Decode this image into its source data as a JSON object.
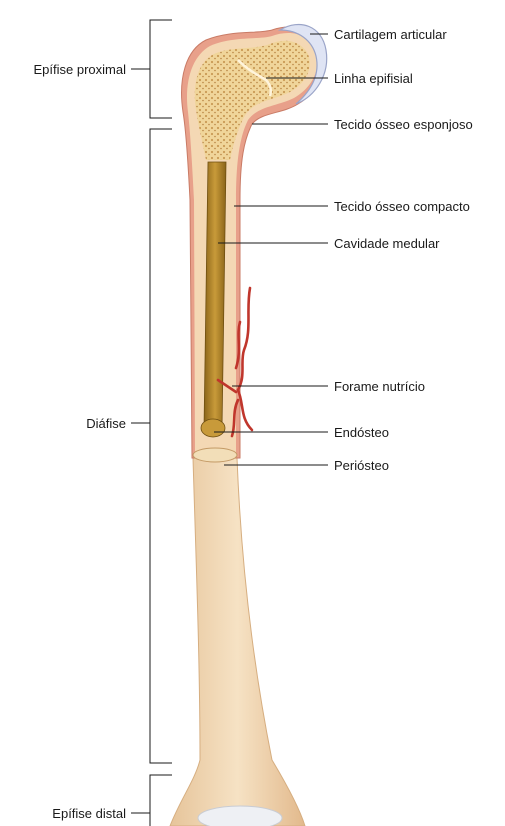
{
  "regions": {
    "proximal_epiphysis": "Epífise proximal",
    "diaphysis": "Diáfise",
    "distal_epiphysis": "Epífise distal"
  },
  "structures": {
    "articular_cartilage": "Cartilagem articular",
    "epiphyseal_line": "Linha epifisial",
    "spongy_bone": "Tecido ósseo esponjoso",
    "compact_bone": "Tecido ósseo compacto",
    "medullary_cavity": "Cavidade medular",
    "nutrient_foramen": "Forame nutrício",
    "endosteum": "Endósteo",
    "periosteum": "Periósteo"
  }
}
